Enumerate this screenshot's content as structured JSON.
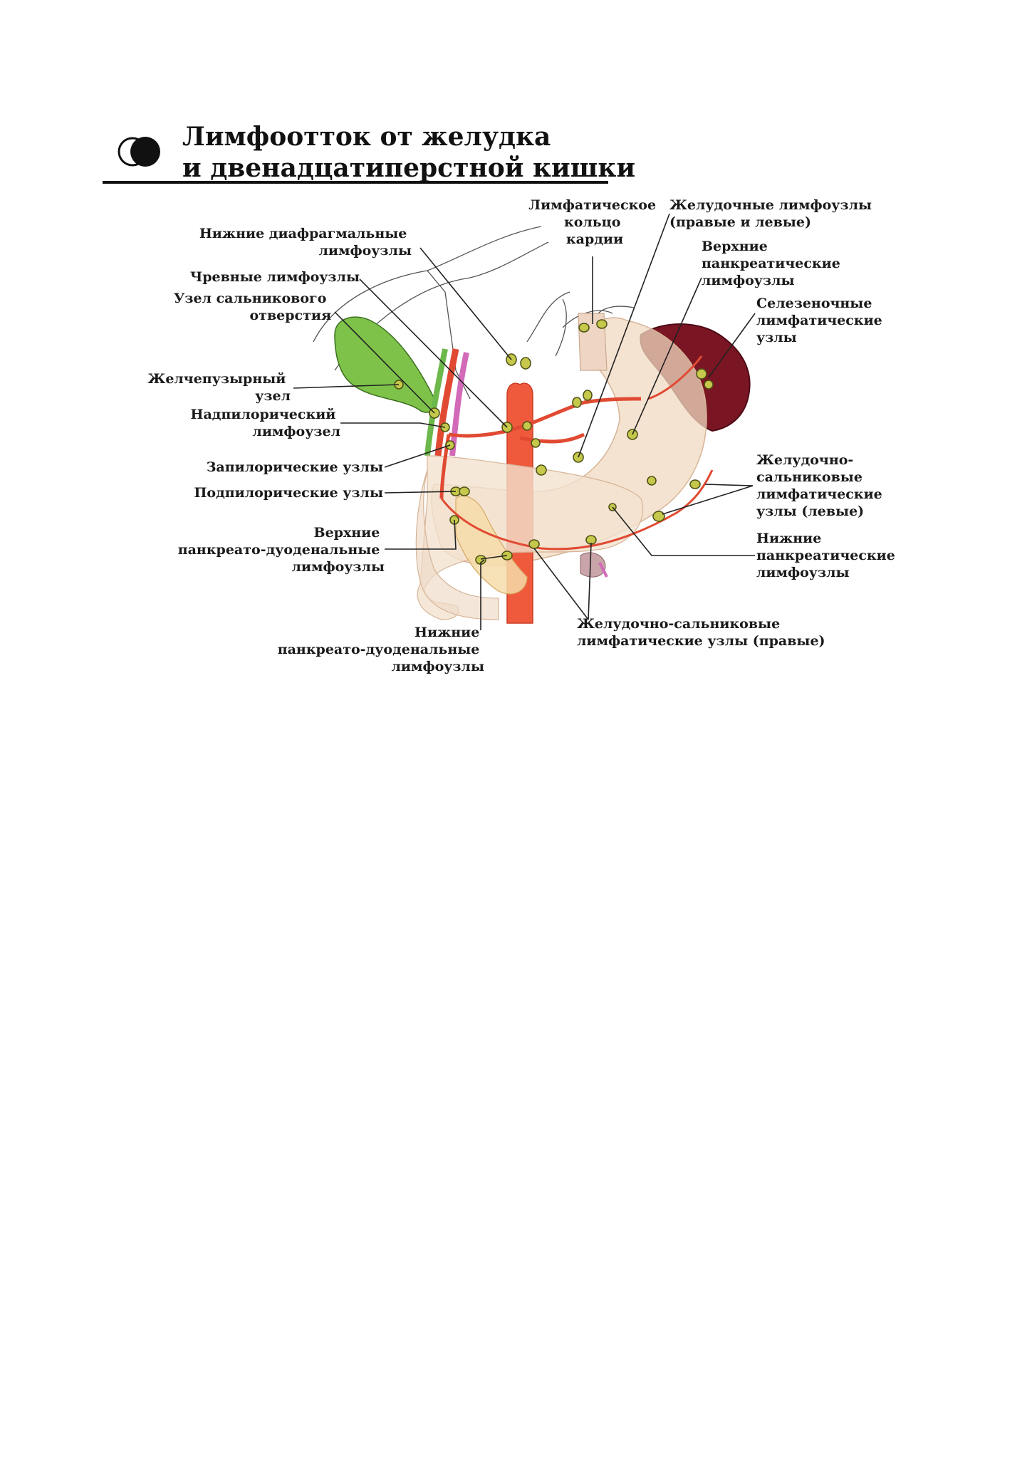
{
  "title": {
    "line1": "Лимфоотток от желудка",
    "line2": "и двенадцатиперстной кишки"
  },
  "colors": {
    "aorta": "#f05a3c",
    "artery": "#e14a32",
    "gallbladder": "#7ec24a",
    "spleen": "#7a1524",
    "stomach": "#f0d9c0",
    "pancreas": "#f6dcaa",
    "node": "#c5c84a"
  },
  "labels": {
    "lower_diaphragmatic": [
      "Нижние диафрагмальные",
      "лимфоузлы"
    ],
    "celiac": [
      "Чревные лимфоузлы"
    ],
    "omental_foramen": [
      "Узел сальникового",
      "отверстия"
    ],
    "cystic": [
      "Желчепузырный",
      "узел"
    ],
    "suprapyloric": [
      "Надпилорический",
      "лимфоузел"
    ],
    "retropyloric": [
      "Запилорические узлы"
    ],
    "subpyloric": [
      "Подпилорические узлы"
    ],
    "upper_pancreatoduodenal": [
      "Верхние",
      "панкреато-дуоденальные",
      "лимфоузлы"
    ],
    "lower_pancreatoduodenal": [
      "Нижние",
      "панкреато-дуоденальные",
      "лимфоузлы"
    ],
    "cardia_ring": [
      "Лимфатическое",
      "кольцо",
      "кардии"
    ],
    "gastric": [
      "Желудочные лимфоузлы",
      "(правые и левые)"
    ],
    "upper_pancreatic": [
      "Верхние",
      "панкреатические",
      "лимфоузлы"
    ],
    "splenic": [
      "Селезеночные",
      "лимфатические",
      "узлы"
    ],
    "gastroomental_left": [
      "Желудочно-",
      "сальниковые",
      "лимфатические",
      "узлы (левые)"
    ],
    "lower_pancreatic": [
      "Нижние",
      "панкреатические",
      "лимфоузлы"
    ],
    "gastroomental_right": [
      "Желудочно-сальниковые",
      "лимфатические узлы (правые)"
    ]
  }
}
